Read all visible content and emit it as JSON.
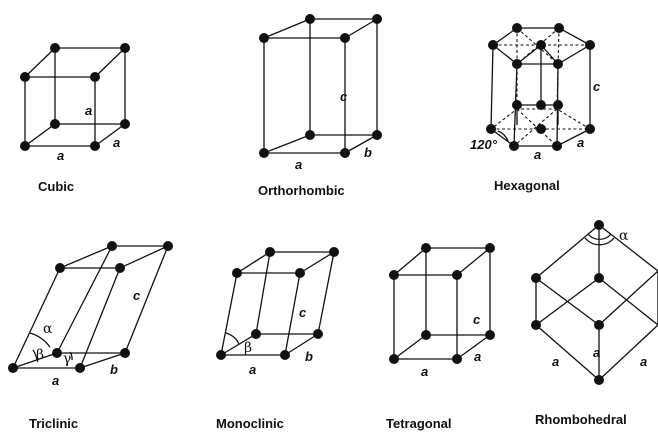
{
  "lattices": {
    "cubic": {
      "name": "Cubic",
      "labels": [
        "a",
        "a",
        "a"
      ]
    },
    "orthorhombic": {
      "name": "Orthorhombic",
      "labels": [
        "a",
        "b",
        "c"
      ]
    },
    "hexagonal": {
      "name": "Hexagonal",
      "labels": [
        "a",
        "a",
        "c"
      ],
      "angle": "120°"
    },
    "triclinic": {
      "name": "Triclinic",
      "labels": [
        "a",
        "b",
        "c"
      ],
      "angles": [
        "α",
        "β",
        "γ"
      ]
    },
    "monoclinic": {
      "name": "Monoclinic",
      "labels": [
        "a",
        "b",
        "c"
      ],
      "angles": [
        "β"
      ]
    },
    "tetragonal": {
      "name": "Tetragonal",
      "labels": [
        "a",
        "a",
        "c"
      ]
    },
    "rhombohedral": {
      "name": "Rhombohedral",
      "labels": [
        "a",
        "a",
        "a"
      ],
      "angles": [
        "α"
      ]
    }
  }
}
